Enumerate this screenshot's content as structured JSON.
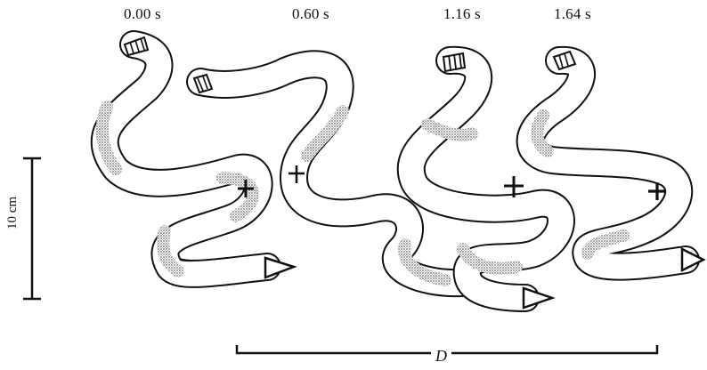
{
  "figure": {
    "time_labels": [
      "0.00 s",
      "0.60 s",
      "1.16 s",
      "1.64 s"
    ],
    "scale_bar_label": "10 cm",
    "distance_label": "D"
  },
  "colors": {
    "ink": "#111111",
    "body_fill": "#ffffff",
    "shading": "#8a8a8a"
  },
  "icons": [
    "snake-outline",
    "rattle-tail",
    "arrow-head-direction",
    "body-center-cross-marker"
  ]
}
